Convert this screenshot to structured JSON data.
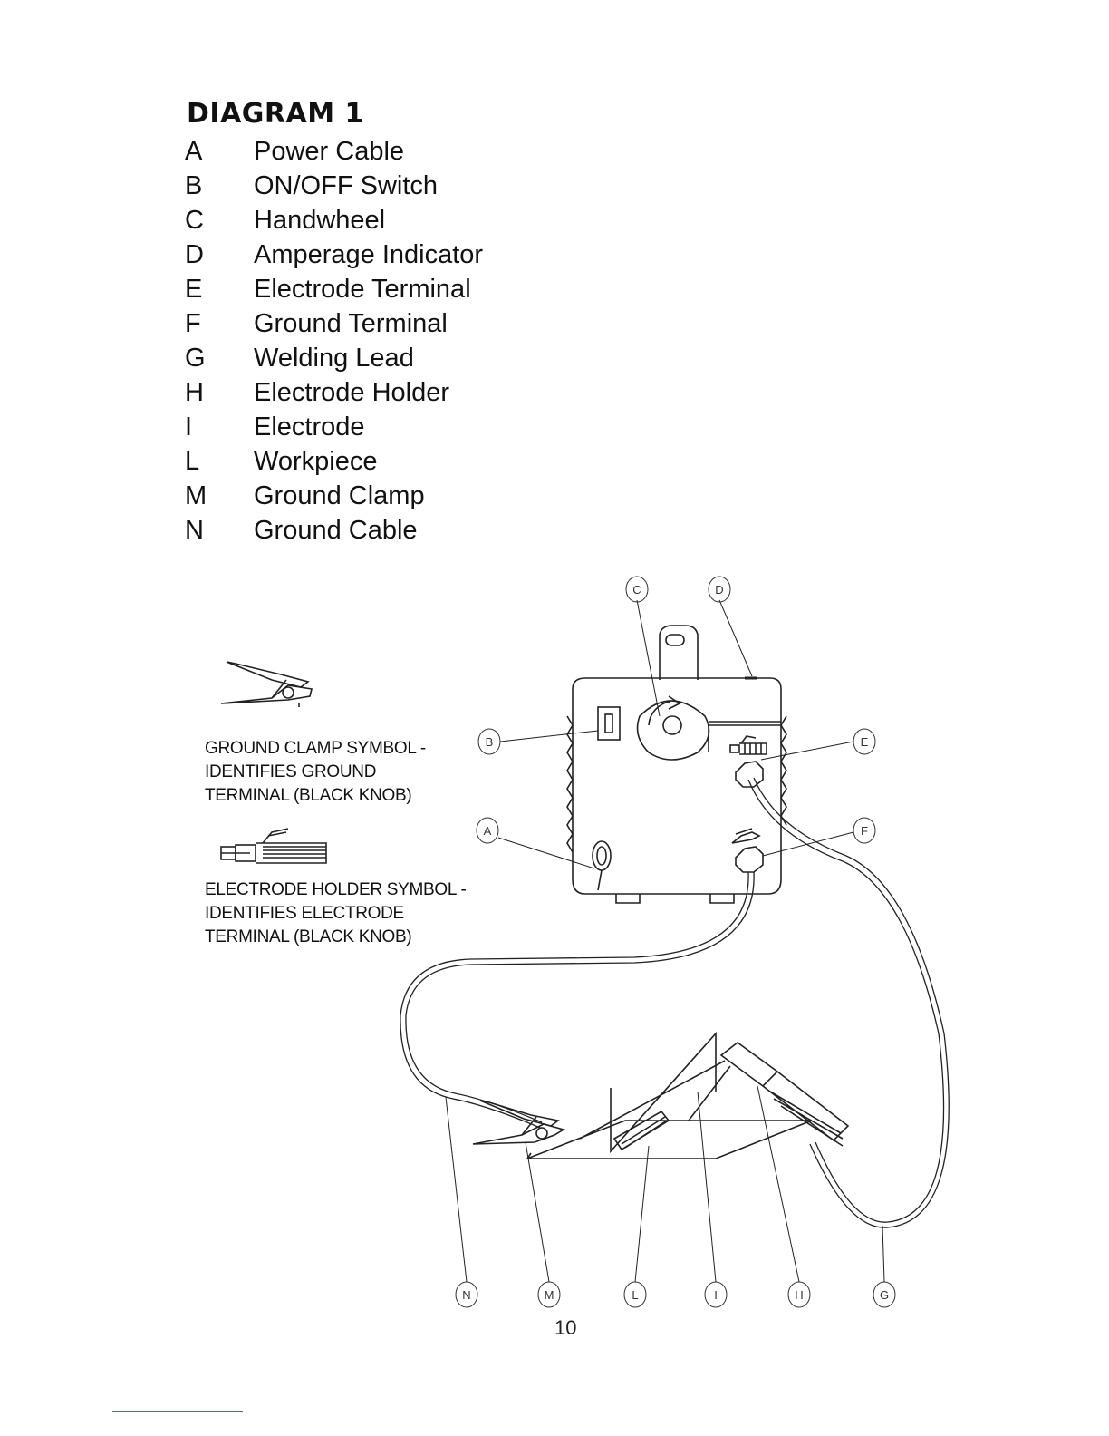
{
  "title": "DIAGRAM 1",
  "legend": [
    {
      "letter": "A",
      "label": "Power Cable"
    },
    {
      "letter": "B",
      "label": "ON/OFF Switch"
    },
    {
      "letter": "C",
      "label": "Handwheel"
    },
    {
      "letter": "D",
      "label": "Amperage Indicator"
    },
    {
      "letter": "E",
      "label": "Electrode Terminal"
    },
    {
      "letter": "F",
      "label": "Ground Terminal"
    },
    {
      "letter": "G",
      "label": "Welding Lead"
    },
    {
      "letter": "H",
      "label": "Electrode Holder"
    },
    {
      "letter": "I",
      "label": "Electrode"
    },
    {
      "letter": "L",
      "label": "Workpiece"
    },
    {
      "letter": "M",
      "label": "Ground Clamp"
    },
    {
      "letter": "N",
      "label": "Ground Cable"
    }
  ],
  "symbols": {
    "ground_clamp": [
      "GROUND CLAMP SYMBOL -",
      "IDENTIFIES GROUND",
      "TERMINAL (BLACK KNOB)"
    ],
    "electrode_holder": [
      "ELECTRODE HOLDER SYMBOL -",
      "IDENTIFIES ELECTRODE",
      "TERMINAL (BLACK KNOB)"
    ]
  },
  "callouts": {
    "c": "C",
    "d": "D",
    "b": "B",
    "e": "E",
    "a": "A",
    "f": "F",
    "n": "N",
    "m": "M",
    "l": "L",
    "i": "I",
    "h": "H",
    "g": "G"
  },
  "page_number": "10"
}
